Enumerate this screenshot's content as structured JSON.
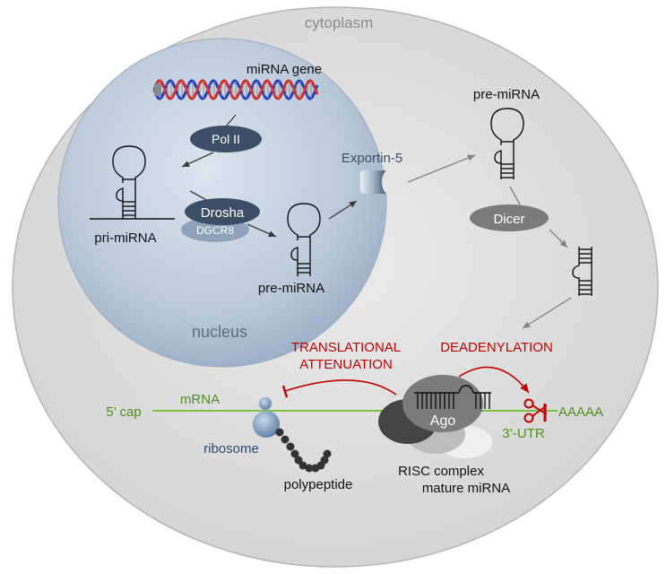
{
  "labels": {
    "cytoplasm": "cytoplasm",
    "mirna_gene": "miRNA gene",
    "pol2": "Pol II",
    "pri_mirna": "pri-miRNA",
    "drosha": "Drosha",
    "dgcr8": "DGCR8",
    "pre_mirna_nucleus": "pre-miRNA",
    "nucleus": "nucleus",
    "exportin": "Exportin-5",
    "pre_mirna_cyto": "pre-miRNA",
    "dicer": "Dicer",
    "translational_1": "TRANSLATIONAL",
    "translational_2": "ATTENUATION",
    "deadenylation": "DEADENYLATION",
    "five_cap": "5’ cap",
    "mrna": "mRNA",
    "ago": "Ago",
    "aaaaa": "AAAAA",
    "three_utr": "3’-UTR",
    "ribosome": "ribosome",
    "risc": "RISC complex",
    "mature": "mature miRNA",
    "polypeptide": "polypeptide"
  },
  "colors": {
    "cytoplasm_fill": "#e3e3e3",
    "nucleus_fill": "#b8c6d6",
    "protein_dark": "#3c4d66",
    "protein_grey": "#7b7b7b",
    "mrna_green": "#7cc141",
    "label_green": "#4d8f1e",
    "inhibition_red": "#c00000",
    "ribosome_blue": "#6f8fb5",
    "ribosome_label": "#2e4a75"
  }
}
